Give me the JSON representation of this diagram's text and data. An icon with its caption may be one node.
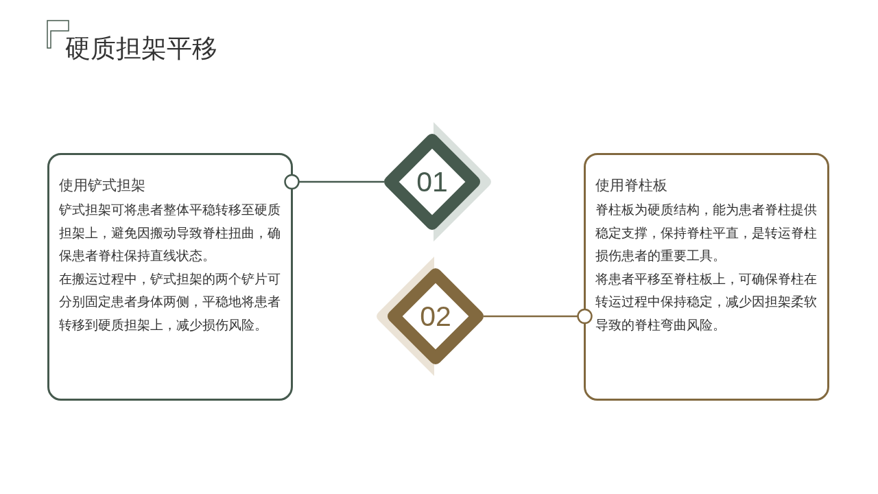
{
  "diagram": {
    "title": "硬质担架平移",
    "nodes": [
      {
        "text": [
          "使用铲式担架",
          "铲式担架可将患者整体平稳转移至硬质担架上，避免因搬动导致脊柱扭曲，确保患者脊柱保持直线状态。",
          "在搬运过程中，铲式担架的两个铲片可分别固定患者身体两侧，平稳地将患者转移到硬质担架上，减少损伤风险。"
        ]
      },
      {
        "text": [
          "01"
        ]
      },
      {
        "text": [
          "02"
        ]
      },
      {
        "text": [
          "使用脊柱板",
          "脊柱板为硬质结构，能为患者脊柱提供稳定支撑，保持脊柱平直，是转运脊柱损伤患者的重要工具。",
          "将患者平移至脊柱板上，可确保脊柱在转运过程中保持稳定，减少因担架柔软导致的脊柱弯曲风险。"
        ]
      }
    ],
    "edges": [
      {
        "from": 0,
        "to": 1,
        "arrow": "other",
        "color": "#465a4e"
      },
      {
        "from": 3,
        "to": 2,
        "arrow": "other",
        "color": "#82693f"
      }
    ]
  }
}
